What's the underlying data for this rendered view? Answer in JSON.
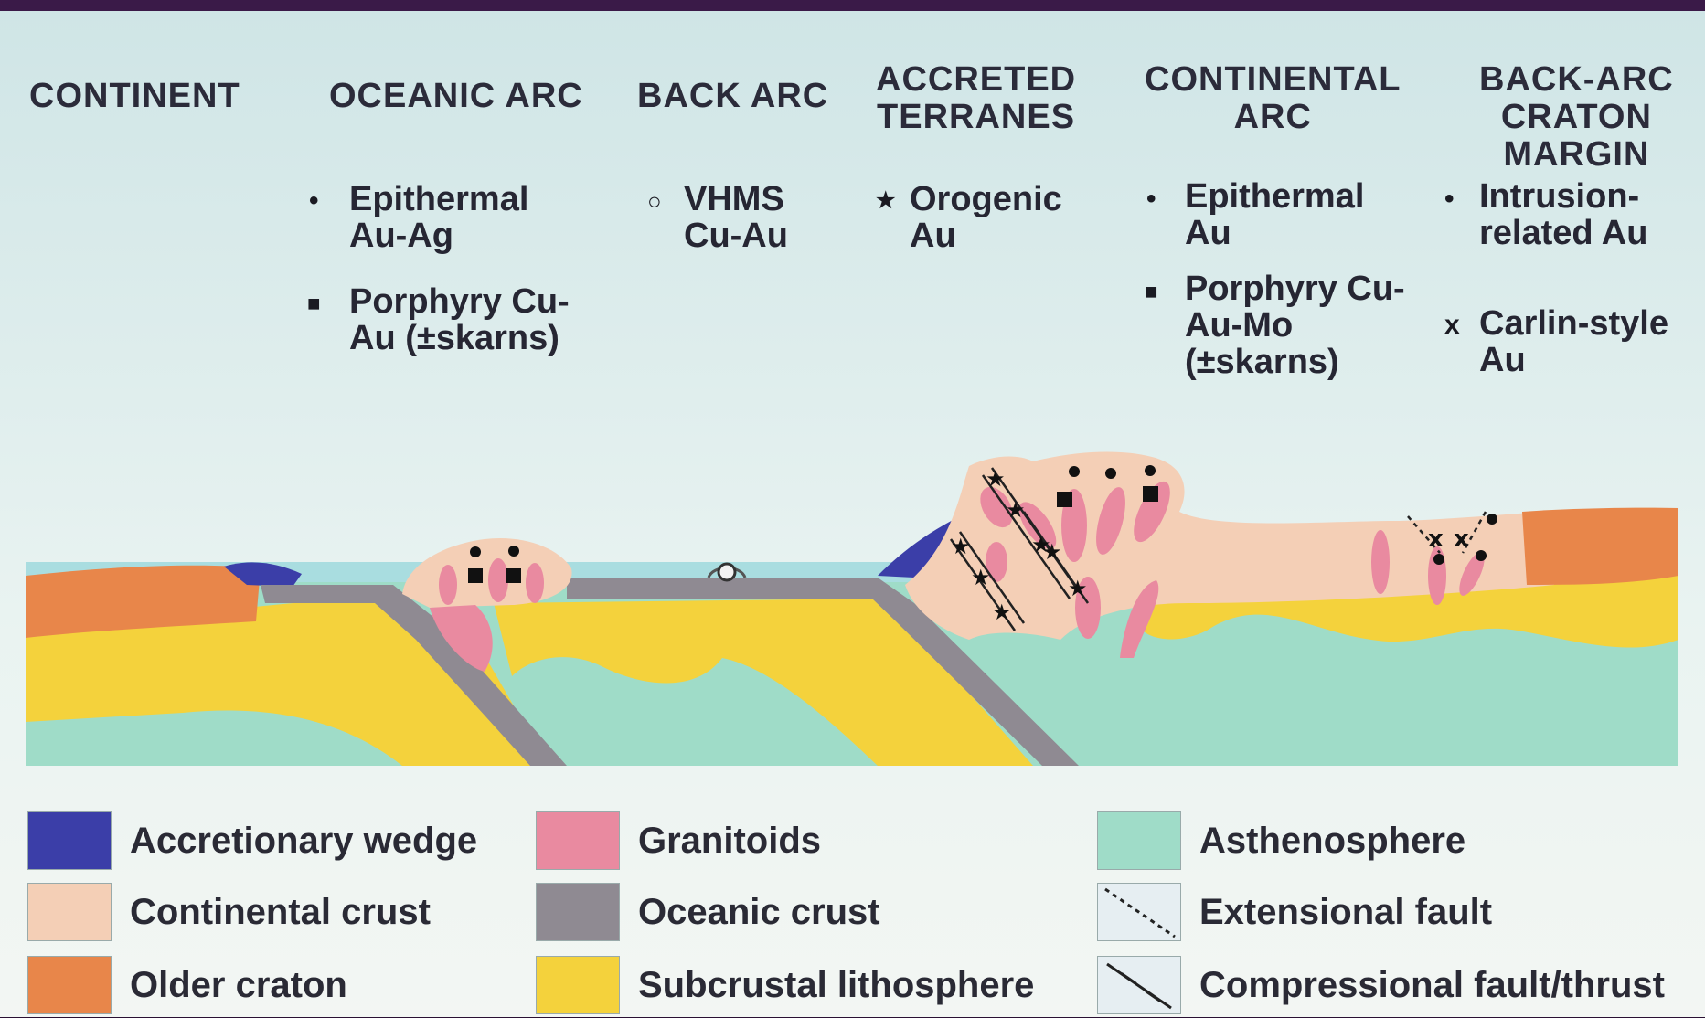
{
  "headers": {
    "continent": "CONTINENT",
    "oceanic_arc": "OCEANIC ARC",
    "back_arc": "BACK ARC",
    "accreted_terranes": "ACCRETED\nTERRANES",
    "continental_arc": "CONTINENTAL\nARC",
    "back_arc_craton_margin": "BACK-ARC\nCRATON\nMARGIN"
  },
  "deposits": {
    "oceanic_arc_1": "Epithermal\nAu-Ag",
    "oceanic_arc_2": "Porphyry Cu-\nAu (±skarns)",
    "back_arc_1": "VHMS\nCu-Au",
    "accreted_1": "Orogenic\nAu",
    "continental_arc_1": "Epithermal\nAu",
    "continental_arc_2": "Porphyry Cu-\nAu-Mo\n(±skarns)",
    "craton_margin_1": "Intrusion-\nrelated Au",
    "craton_margin_2": "Carlin-style\nAu"
  },
  "symbols": {
    "dot": "•",
    "square": "■",
    "circle": "○",
    "star": "★",
    "cross": "x"
  },
  "legend": {
    "accretionary_wedge": "Accretionary wedge",
    "continental_crust": "Continental crust",
    "older_craton": "Older craton",
    "granitoids": "Granitoids",
    "oceanic_crust": "Oceanic crust",
    "subcrustal_lithosphere": "Subcrustal lithosphere",
    "asthenosphere": "Asthenosphere",
    "extensional_fault": "Extensional fault",
    "compressional_fault": "Compressional fault/thrust"
  },
  "colors": {
    "accretionary_wedge": "#3b3ea8",
    "continental_crust": "#f4cfb6",
    "older_craton": "#e8864a",
    "granitoids": "#e98aa0",
    "oceanic_crust": "#8f8a92",
    "subcrustal_lithosphere": "#f4d23c",
    "asthenosphere": "#9fdcc8",
    "sea": "#a9dde0"
  }
}
